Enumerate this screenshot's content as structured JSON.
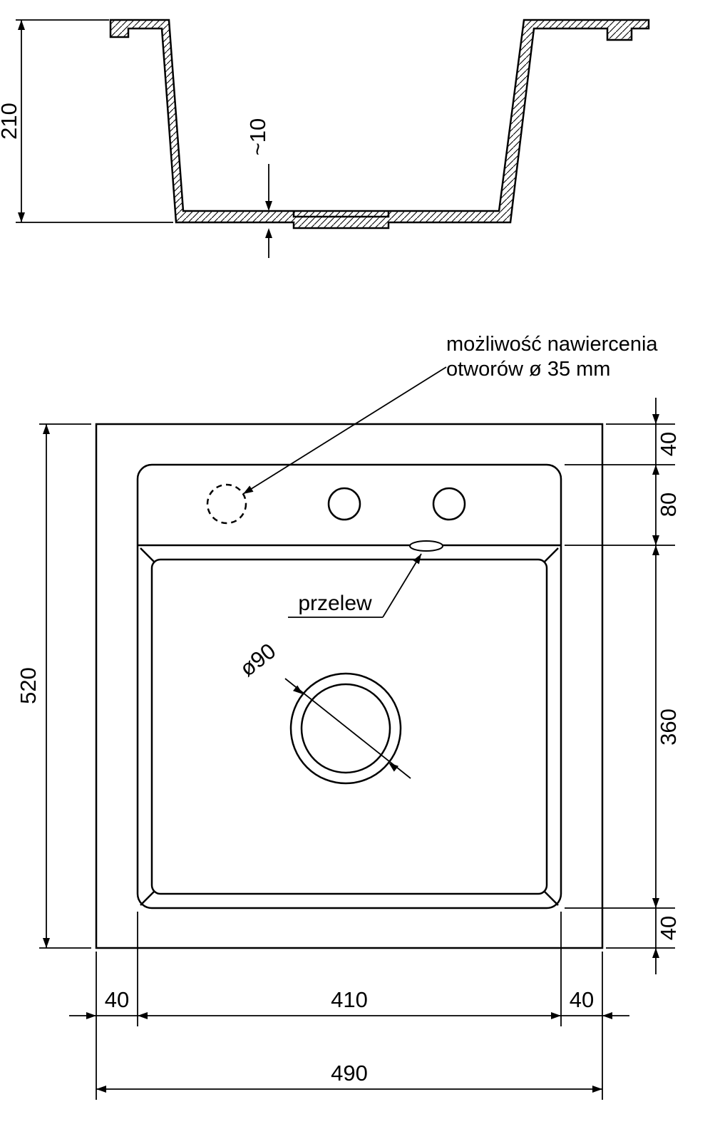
{
  "cross_section": {
    "height_dim": "210",
    "bottom_thickness_dim": "~10"
  },
  "top_view": {
    "note_line1": "możliwość nawiercenia",
    "note_line2": "otworów ø 35 mm",
    "overflow_label": "przelew",
    "drain_diameter_label": "ø90",
    "dims": {
      "total_height": "520",
      "top_edge": "40",
      "tap_deck": "80",
      "bowl_length": "360",
      "bottom_edge": "40",
      "left_edge": "40",
      "bowl_width": "410",
      "right_edge": "40",
      "total_width": "490"
    }
  }
}
